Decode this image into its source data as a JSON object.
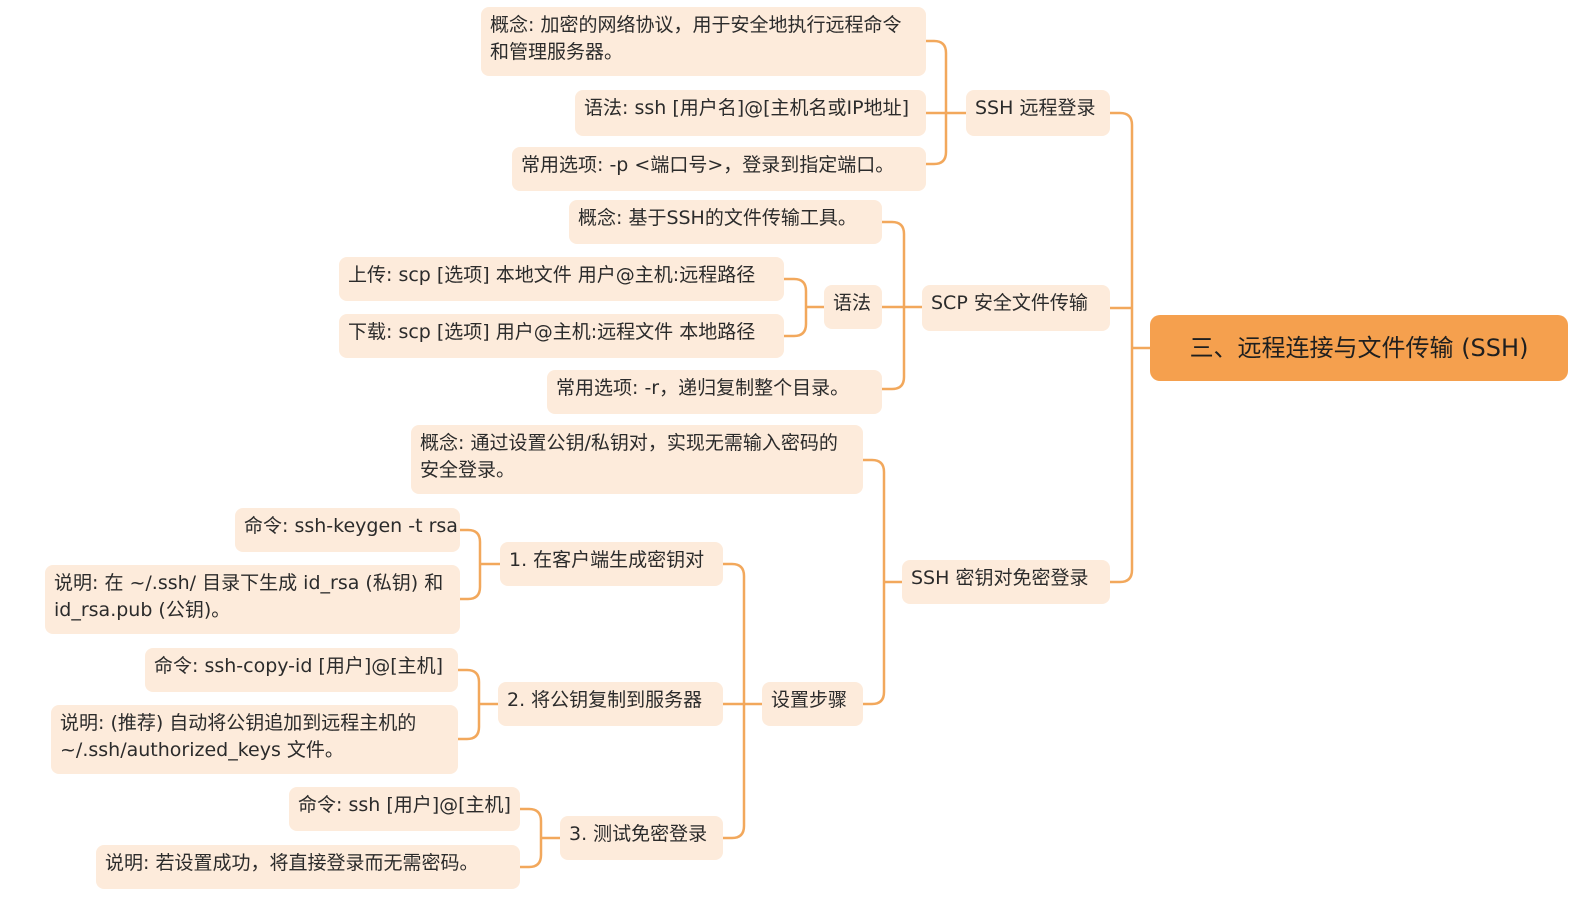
{
  "root": {
    "label": "三、远程连接与文件传输 (SSH)"
  },
  "ssh_login": {
    "label": "SSH 远程登录",
    "concept": "概念: 加密的网络协议，用于安全地执行远程命令和管理服务器。",
    "syntax": "语法: ssh [用户名]@[主机名或IP地址]",
    "option": "常用选项: -p <端口号>，登录到指定端口。"
  },
  "scp": {
    "label": "SCP 安全文件传输",
    "concept": "概念: 基于SSH的文件传输工具。",
    "syntax_label": "语法",
    "upload": "上传: scp [选项] 本地文件 用户@主机:远程路径",
    "download": "下载: scp [选项] 用户@主机:远程文件 本地路径",
    "option": "常用选项: -r，递归复制整个目录。"
  },
  "keys": {
    "label": "SSH 密钥对免密登录",
    "concept": "概念: 通过设置公钥/私钥对，实现无需输入密码的安全登录。",
    "steps_label": "设置步骤",
    "step1": {
      "label": "1. 在客户端生成密钥对",
      "cmd": "命令: ssh-keygen -t rsa",
      "desc": "说明: 在 ~/.ssh/ 目录下生成 id_rsa (私钥) 和 id_rsa.pub (公钥)。"
    },
    "step2": {
      "label": "2. 将公钥复制到服务器",
      "cmd": "命令: ssh-copy-id [用户]@[主机]",
      "desc": "说明: (推荐) 自动将公钥追加到远程主机的 ~/.ssh/authorized_keys 文件。"
    },
    "step3": {
      "label": "3. 测试免密登录",
      "cmd": "命令: ssh [用户]@[主机]",
      "desc": "说明: 若设置成功，将直接登录而无需密码。"
    }
  },
  "colors": {
    "line": "#f2a85c",
    "node_fill": "#fdebdb",
    "root_fill": "#f5a04e"
  }
}
